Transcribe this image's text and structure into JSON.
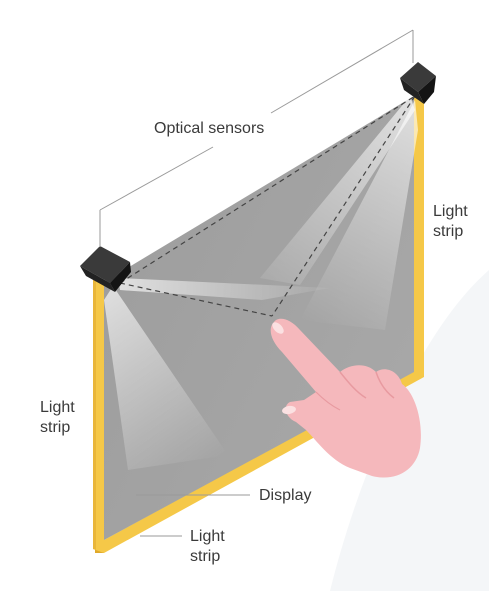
{
  "labels": {
    "optical_sensors": "Optical sensors",
    "light_strip_right": [
      "Light",
      "strip"
    ],
    "light_strip_left": [
      "Light",
      "strip"
    ],
    "display": "Display",
    "light_strip_bottom": [
      "Light",
      "strip"
    ]
  },
  "colors": {
    "background": "#ffffff",
    "background_blob": "#f4f6f8",
    "screen": "#a2a2a2",
    "light_strip": "#f5c848",
    "light_strip_edge": "#e0a92a",
    "sensor_body": "#2c2c2c",
    "sensor_face": "#141414",
    "beam": "#ffffff",
    "guide_line": "#9a9a9a",
    "touch_dashes": "#444444",
    "hand": "#f5b8bc",
    "hand_shadow": "#e89aa0",
    "nail": "#fbe1e2"
  },
  "icons": {
    "sensor_left": "optical-sensor-icon",
    "sensor_right": "optical-sensor-icon",
    "hand": "pointing-hand-icon"
  }
}
